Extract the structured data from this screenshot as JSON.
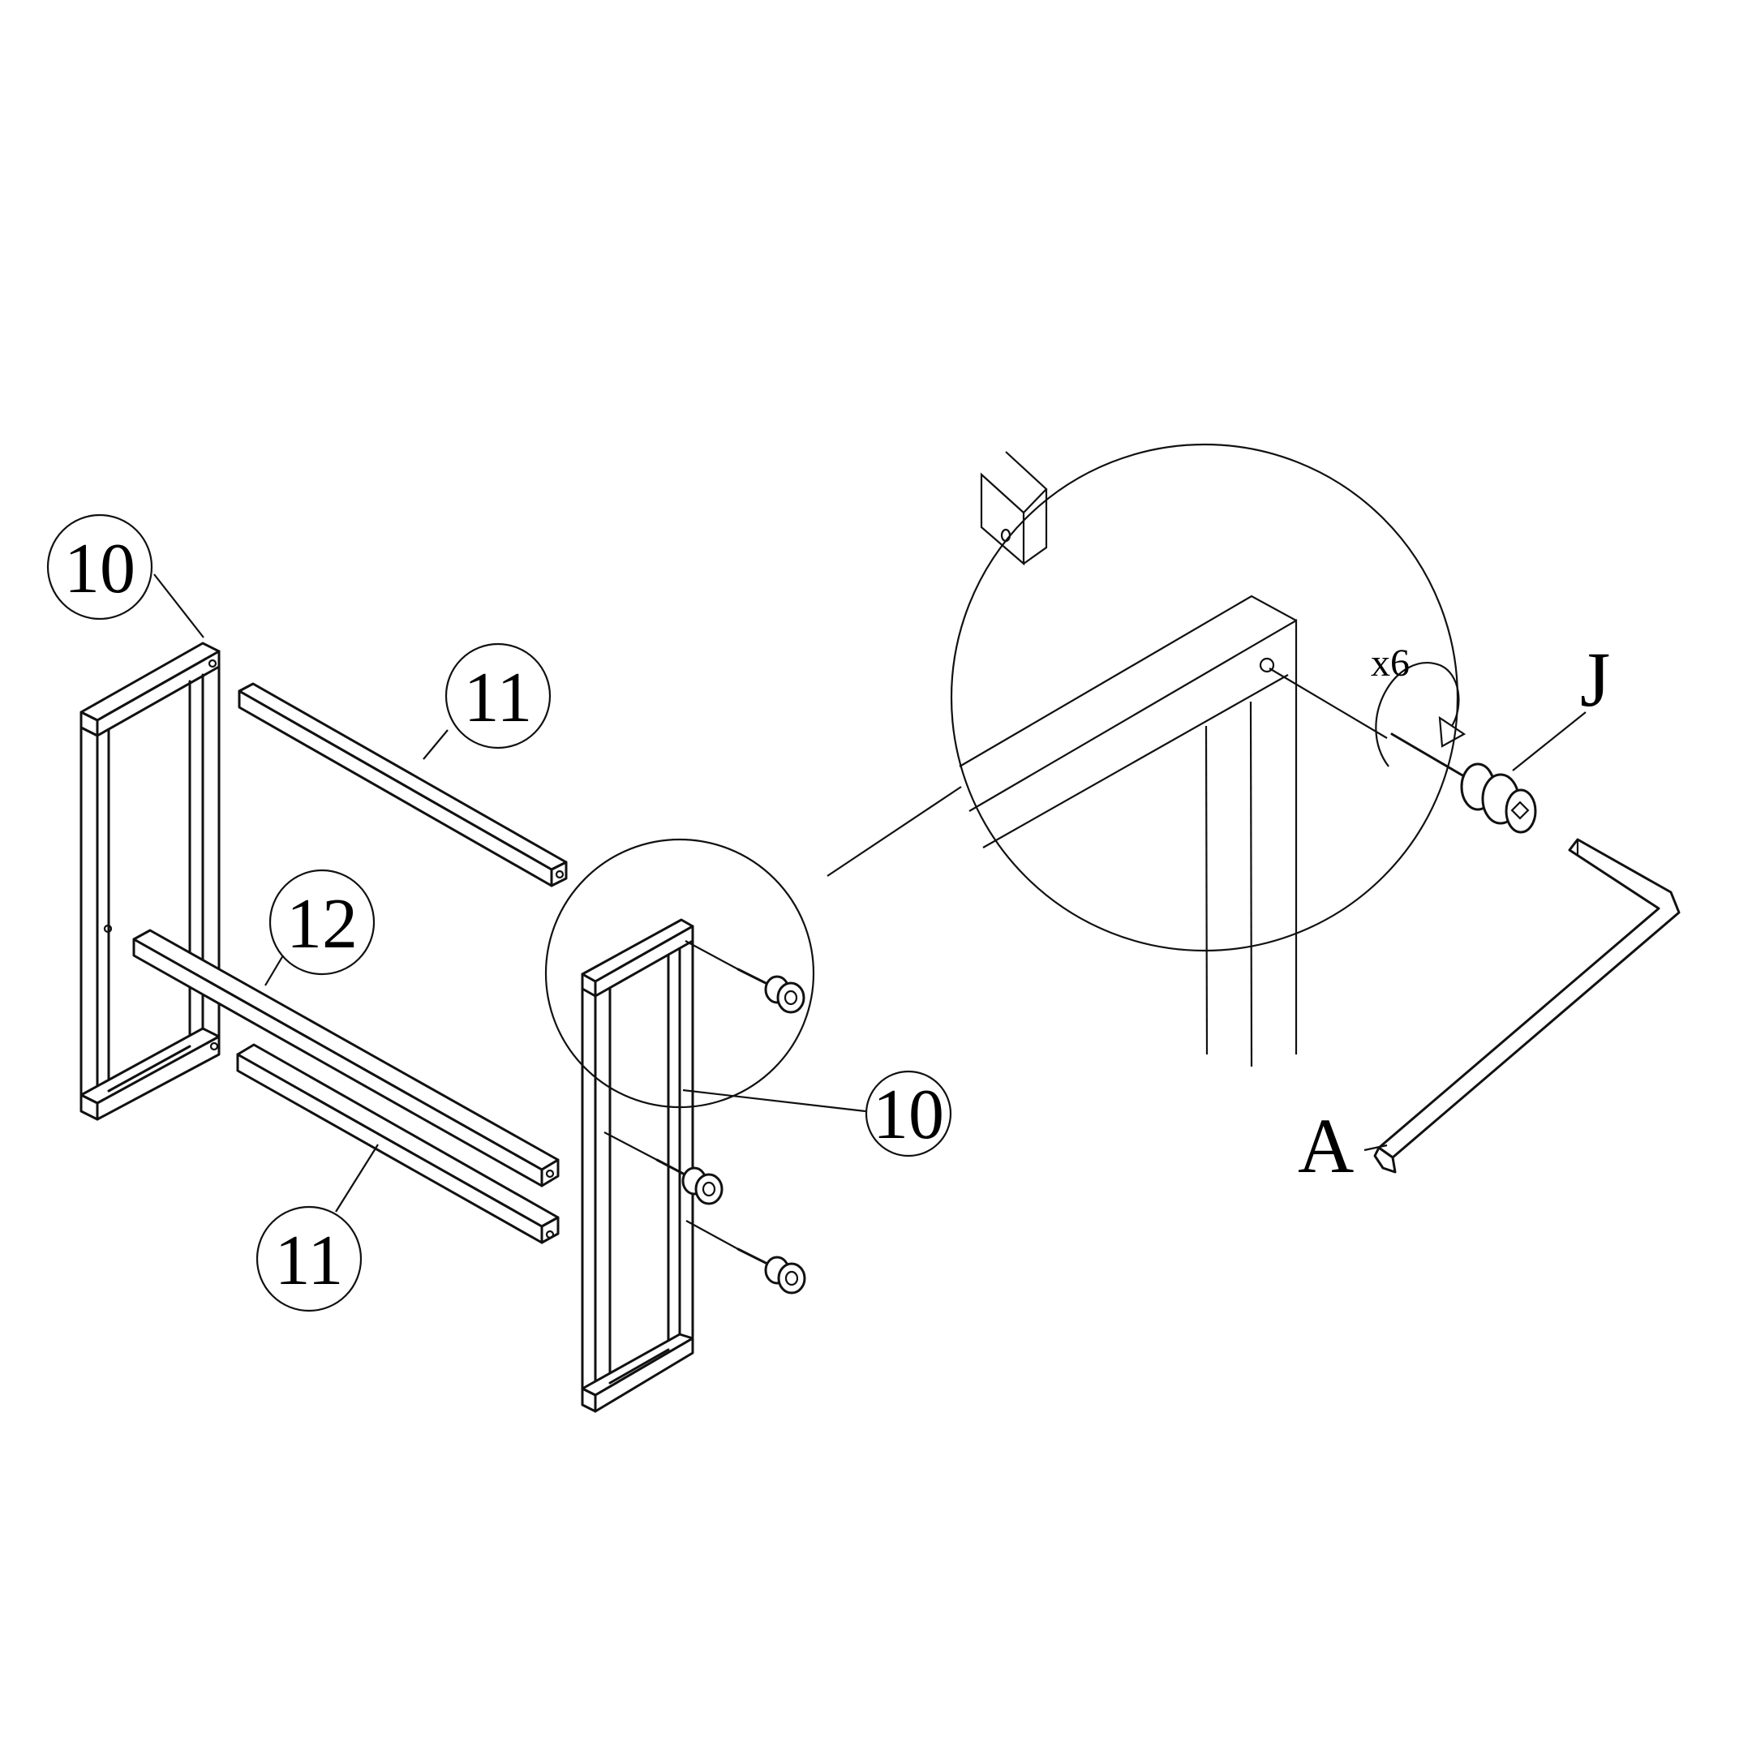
{
  "diagram": {
    "type": "assembly-instruction-step",
    "background": "#ffffff",
    "line_color": "#111111",
    "callouts": [
      {
        "id": "callout-10-left",
        "label": "10",
        "part": "side frame (left)"
      },
      {
        "id": "callout-11-top",
        "label": "11",
        "part": "rail (upper)"
      },
      {
        "id": "callout-12",
        "label": "12",
        "part": "long rail"
      },
      {
        "id": "callout-11-bottom",
        "label": "11",
        "part": "rail (lower)"
      },
      {
        "id": "callout-10-right",
        "label": "10",
        "part": "side frame (right)"
      }
    ],
    "detail": {
      "hardware_label": "J",
      "tool_label": "A",
      "quantity": "x6",
      "rotation": "clockwise-arrow"
    }
  }
}
